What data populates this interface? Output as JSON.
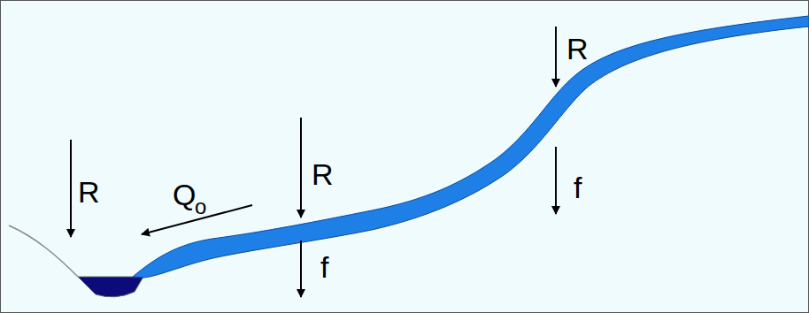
{
  "diagram": {
    "labels": [
      "R",
      "Q",
      "o",
      "R",
      "R",
      "f",
      "f"
    ]
  }
}
